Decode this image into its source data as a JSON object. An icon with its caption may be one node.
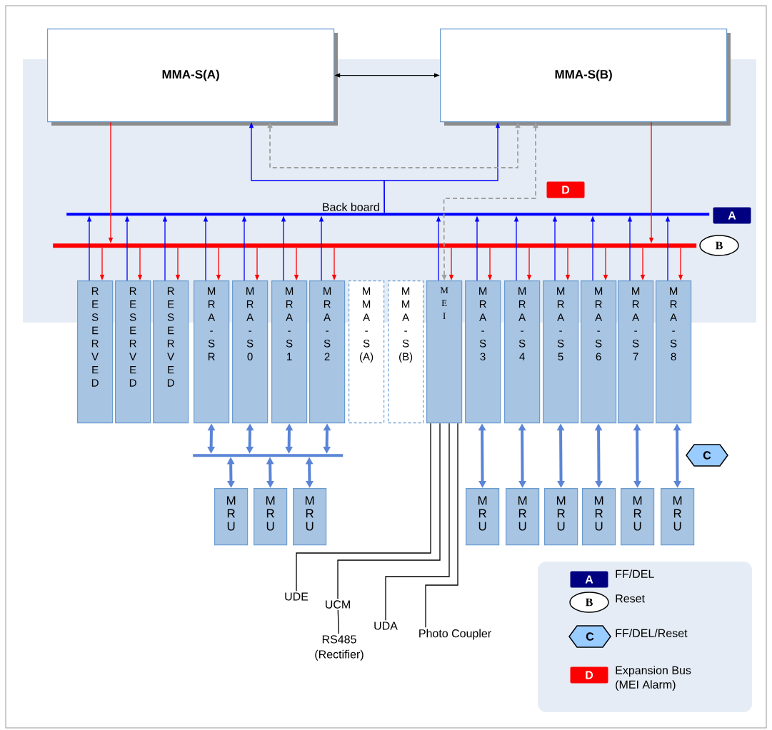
{
  "diagram": {
    "nodes": [
      {
        "text": [
          "MMA-S(A)"
        ]
      },
      {
        "text": [
          "MMA-S(B)"
        ]
      },
      {
        "text": [],
        "shape": "bar"
      },
      {
        "text": [],
        "shape": "bar"
      },
      {
        "text": [
          "R E S E R V E D"
        ]
      },
      {
        "text": [
          "R E S E R V E D"
        ]
      },
      {
        "text": [
          "R E S E R V E D"
        ]
      },
      {
        "text": [
          "M R A - S R"
        ]
      },
      {
        "text": [
          "M R A - S 0"
        ]
      },
      {
        "text": [
          "M R A - S 1"
        ]
      },
      {
        "text": [
          "M R A - S 2"
        ]
      },
      {
        "text": [
          "M M A - S (A)"
        ]
      },
      {
        "text": [
          "M M A - S (B)"
        ]
      },
      {
        "text": [
          "M E I"
        ]
      },
      {
        "text": [
          "M R A - S 3"
        ]
      },
      {
        "text": [
          "M R A - S 4"
        ]
      },
      {
        "text": [
          "M R A - S 5"
        ]
      },
      {
        "text": [
          "M R A - S 6"
        ]
      },
      {
        "text": [
          "M R A - S 7"
        ]
      },
      {
        "text": [
          "M R A - S 8"
        ]
      },
      {
        "text": [],
        "shape": "bar"
      },
      {
        "text": [
          "M R U"
        ]
      },
      {
        "text": [
          "M R U"
        ]
      },
      {
        "text": [
          "M R U"
        ]
      },
      {
        "text": [
          "M R U"
        ]
      },
      {
        "text": [
          "M R U"
        ]
      },
      {
        "text": [
          "M R U"
        ]
      },
      {
        "text": [
          "M R U"
        ]
      },
      {
        "text": [
          "M R U"
        ]
      },
      {
        "text": [
          "M R U"
        ]
      },
      {
        "text": [
          "UDE"
        ]
      },
      {
        "text": [
          "UCM"
        ]
      },
      {
        "text": [
          "RS485 (Rectifier)"
        ]
      },
      {
        "text": [
          "UDA"
        ]
      },
      {
        "text": [
          "Photo Coupler"
        ]
      }
    ],
    "edges": [
      {
        "from": 0,
        "to": 1,
        "arrow": "both",
        "color": "#000000"
      },
      {
        "from": 0,
        "to": 3,
        "arrow": "to",
        "color": "#ff0000"
      },
      {
        "from": 1,
        "to": 3,
        "arrow": "to",
        "color": "#ff0000"
      },
      {
        "from": 2,
        "to": 0,
        "arrow": "to",
        "color": "#0000ff"
      },
      {
        "from": 2,
        "to": 1,
        "arrow": "to",
        "color": "#0000ff"
      },
      {
        "from": 0,
        "to": 1,
        "arrow": "both",
        "style": "dashed",
        "color": "#a0a0a0"
      },
      {
        "from": 13,
        "to": 1,
        "arrow": "both",
        "style": "dashed",
        "color": "#a0a0a0"
      },
      {
        "from": 4,
        "to": 2,
        "arrow": "to",
        "color": "#0000ff"
      },
      {
        "from": 3,
        "to": 4,
        "arrow": "to",
        "color": "#ff0000"
      },
      {
        "from": 5,
        "to": 2,
        "arrow": "to",
        "color": "#0000ff"
      },
      {
        "from": 3,
        "to": 5,
        "arrow": "to",
        "color": "#ff0000"
      },
      {
        "from": 6,
        "to": 2,
        "arrow": "to",
        "color": "#0000ff"
      },
      {
        "from": 3,
        "to": 6,
        "arrow": "to",
        "color": "#ff0000"
      },
      {
        "from": 7,
        "to": 2,
        "arrow": "to",
        "color": "#0000ff"
      },
      {
        "from": 3,
        "to": 7,
        "arrow": "to",
        "color": "#ff0000"
      },
      {
        "from": 8,
        "to": 2,
        "arrow": "to",
        "color": "#0000ff"
      },
      {
        "from": 3,
        "to": 8,
        "arrow": "to",
        "color": "#ff0000"
      },
      {
        "from": 9,
        "to": 2,
        "arrow": "to",
        "color": "#0000ff"
      },
      {
        "from": 3,
        "to": 9,
        "arrow": "to",
        "color": "#ff0000"
      },
      {
        "from": 10,
        "to": 2,
        "arrow": "to",
        "color": "#0000ff"
      },
      {
        "from": 3,
        "to": 10,
        "arrow": "to",
        "color": "#ff0000"
      },
      {
        "from": 13,
        "to": 2,
        "arrow": "to",
        "color": "#0000ff"
      },
      {
        "from": 3,
        "to": 13,
        "arrow": "to",
        "color": "#ff0000"
      },
      {
        "from": 14,
        "to": 2,
        "arrow": "to",
        "color": "#0000ff"
      },
      {
        "from": 3,
        "to": 14,
        "arrow": "to",
        "color": "#ff0000"
      },
      {
        "from": 15,
        "to": 2,
        "arrow": "to",
        "color": "#0000ff"
      },
      {
        "from": 3,
        "to": 15,
        "arrow": "to",
        "color": "#ff0000"
      },
      {
        "from": 16,
        "to": 2,
        "arrow": "to",
        "color": "#0000ff"
      },
      {
        "from": 3,
        "to": 16,
        "arrow": "to",
        "color": "#ff0000"
      },
      {
        "from": 17,
        "to": 2,
        "arrow": "to",
        "color": "#0000ff"
      },
      {
        "from": 3,
        "to": 17,
        "arrow": "to",
        "color": "#ff0000"
      },
      {
        "from": 18,
        "to": 2,
        "arrow": "to",
        "color": "#0000ff"
      },
      {
        "from": 3,
        "to": 18,
        "arrow": "to",
        "color": "#ff0000"
      },
      {
        "from": 19,
        "to": 2,
        "arrow": "to",
        "color": "#0000ff"
      },
      {
        "from": 3,
        "to": 19,
        "arrow": "to",
        "color": "#ff0000"
      },
      {
        "from": 7,
        "to": 20,
        "arrow": "both",
        "style": "thick",
        "color": "#5b84d6"
      },
      {
        "from": 8,
        "to": 20,
        "arrow": "both",
        "style": "thick",
        "color": "#5b84d6"
      },
      {
        "from": 9,
        "to": 20,
        "arrow": "both",
        "style": "thick",
        "color": "#5b84d6"
      },
      {
        "from": 10,
        "to": 20,
        "arrow": "both",
        "style": "thick",
        "color": "#5b84d6"
      },
      {
        "from": 20,
        "to": 21,
        "arrow": "both",
        "style": "thick",
        "color": "#5b84d6"
      },
      {
        "from": 20,
        "to": 22,
        "arrow": "both",
        "style": "thick",
        "color": "#5b84d6"
      },
      {
        "from": 20,
        "to": 23,
        "arrow": "both",
        "style": "thick",
        "color": "#5b84d6"
      },
      {
        "from": 14,
        "to": 24,
        "arrow": "both",
        "style": "thick",
        "color": "#5b84d6"
      },
      {
        "from": 15,
        "to": 25,
        "arrow": "both",
        "style": "thick",
        "color": "#5b84d6"
      },
      {
        "from": 16,
        "to": 26,
        "arrow": "both",
        "style": "thick",
        "color": "#5b84d6"
      },
      {
        "from": 17,
        "to": 27,
        "arrow": "both",
        "style": "thick",
        "color": "#5b84d6"
      },
      {
        "from": 18,
        "to": 28,
        "arrow": "both",
        "style": "thick",
        "color": "#5b84d6"
      },
      {
        "from": 19,
        "to": 29,
        "arrow": "both",
        "style": "thick",
        "color": "#5b84d6"
      },
      {
        "from": 13,
        "to": 30,
        "arrow": "none",
        "color": "#000000"
      },
      {
        "from": 13,
        "to": 31,
        "arrow": "none",
        "color": "#000000"
      },
      {
        "from": 13,
        "to": 33,
        "arrow": "none",
        "color": "#000000"
      },
      {
        "from": 13,
        "to": 34,
        "arrow": "none",
        "color": "#000000"
      },
      {
        "from": 31,
        "to": 32,
        "arrow": "none",
        "color": "#000000"
      }
    ],
    "labels": [
      "D",
      "Back board",
      "A",
      "B",
      "C",
      "A",
      "B",
      "C",
      "D"
    ],
    "legend": [
      {
        "text": "FF/DEL",
        "color": "#000080"
      },
      {
        "text": "Reset"
      },
      {
        "text": "FF/DEL/Reset"
      },
      {
        "text": "Expansion Bus (MEI Alarm)",
        "color": "#ff0000"
      }
    ]
  }
}
